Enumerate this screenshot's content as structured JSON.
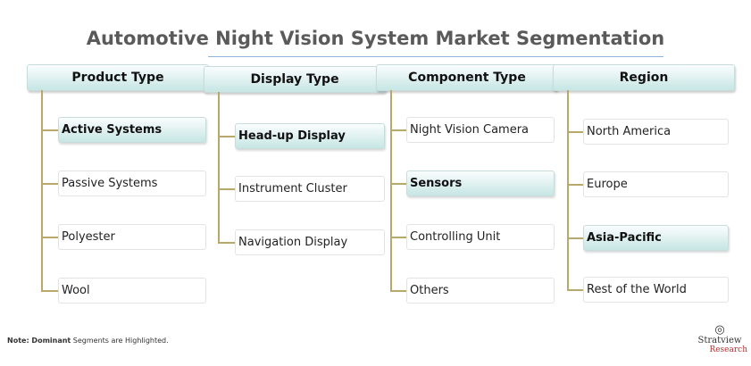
{
  "title": "Automotive Night Vision System Market Segmentation",
  "columns": [
    {
      "header": "Product Type",
      "items": [
        {
          "label": "Active Systems",
          "highlight": true
        },
        {
          "label": "Passive Systems",
          "highlight": false
        },
        {
          "label": "Polyester",
          "highlight": false
        },
        {
          "label": "Wool",
          "highlight": false
        }
      ]
    },
    {
      "header": "Display Type",
      "items": [
        {
          "label": "Head-up Display",
          "highlight": true
        },
        {
          "label": "Instrument Cluster",
          "highlight": false
        },
        {
          "label": "Navigation Display",
          "highlight": false
        }
      ]
    },
    {
      "header": "Component Type",
      "items": [
        {
          "label": "Night Vision Camera",
          "highlight": false
        },
        {
          "label": "Sensors",
          "highlight": true
        },
        {
          "label": "Controlling Unit",
          "highlight": false
        },
        {
          "label": "Others",
          "highlight": false
        }
      ]
    },
    {
      "header": "Region",
      "items": [
        {
          "label": "North America",
          "highlight": false
        },
        {
          "label": "Europe",
          "highlight": false
        },
        {
          "label": "Asia-Pacific",
          "highlight": true
        },
        {
          "label": "Rest of the World",
          "highlight": false
        }
      ]
    }
  ],
  "note": {
    "prefix": "Note: Dominant",
    "rest": " Segments are Highlighted."
  },
  "logo": {
    "line1": "Stratview",
    "line2": "Research"
  }
}
